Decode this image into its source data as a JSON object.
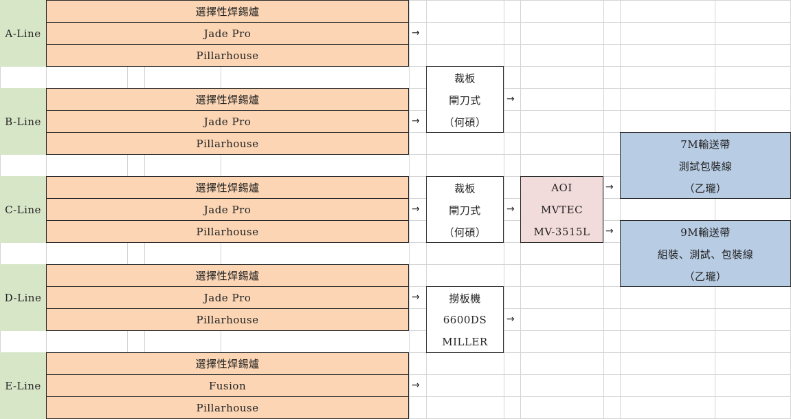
{
  "arrow_glyph": "→",
  "lines": [
    {
      "label": "A-Line",
      "machines": [
        "選擇性焊錫爐",
        "Jade Pro",
        "Pillarhouse"
      ]
    },
    {
      "label": "B-Line",
      "machines": [
        "選擇性焊錫爐",
        "Jade Pro",
        "Pillarhouse"
      ]
    },
    {
      "label": "C-Line",
      "machines": [
        "選擇性焊錫爐",
        "Jade Pro",
        "Pillarhouse"
      ]
    },
    {
      "label": "D-Line",
      "machines": [
        "選擇性焊錫爐",
        "Jade Pro",
        "Pillarhouse"
      ]
    },
    {
      "label": "E-Line",
      "machines": [
        "選擇性焊錫爐",
        "Fusion",
        "Pillarhouse"
      ]
    }
  ],
  "cutters": [
    {
      "lines": [
        "裁板",
        "閘刀式",
        "（何碩）"
      ]
    },
    {
      "lines": [
        "裁板",
        "閘刀式",
        "（何碩）"
      ]
    },
    {
      "lines": [
        "撈板機",
        "6600DS",
        "MILLER"
      ]
    }
  ],
  "aoi": {
    "lines": [
      "AOI",
      "MVTEC",
      "MV-3515L"
    ]
  },
  "belts": [
    {
      "lines": [
        "7M輸送帶",
        "測試包裝線",
        "（乙瓏）"
      ]
    },
    {
      "lines": [
        "9M輸送帶",
        "組裝、測試、包裝線",
        "（乙瓏）"
      ]
    }
  ]
}
